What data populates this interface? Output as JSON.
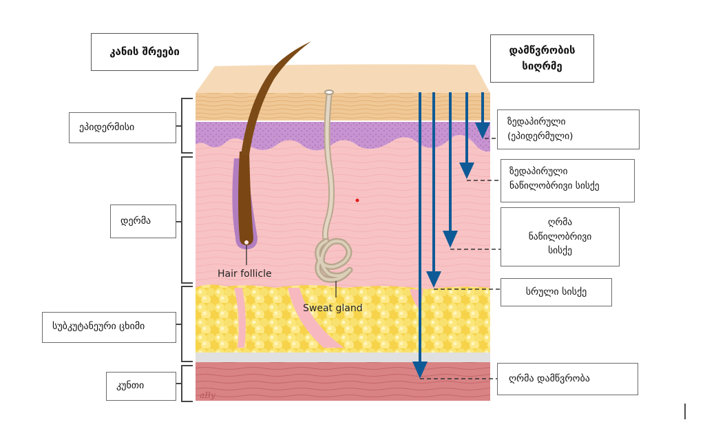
{
  "left_header": {
    "label": "კანის შრეები"
  },
  "right_header": {
    "line1": "დამწვრობის",
    "line2": "სიღრმე"
  },
  "layers": [
    {
      "label": "ეპიდერმისი"
    },
    {
      "label": "დერმა"
    },
    {
      "label": "სუბკუტანეური ცხიმი"
    },
    {
      "label": "კუნთი"
    }
  ],
  "depths": [
    {
      "line1": "ზედაპირული",
      "line2": "(ეპიდერმული)"
    },
    {
      "line1": "ზედაპირული",
      "line2": "ნაწილობრივი სისქე"
    },
    {
      "line1": "ღრმა",
      "line2": "ნაწილობრივი",
      "line3": "სისქე"
    },
    {
      "line1": "სრული სისქე"
    },
    {
      "line1": "ღრმა დამწვრობა"
    }
  ],
  "illustration_labels": {
    "hair_follicle": "Hair follicle",
    "sweat_gland": "Sweat gland",
    "signature": "aBy"
  },
  "colors": {
    "arrow": "#0e5a96",
    "skin_top": "#f6d9b5",
    "stratum": "#efc28f",
    "epidermis": "#c58fcf",
    "dermis": "#f7c2c4",
    "fat": "#f8e067",
    "fascia": "#dedede",
    "muscle": "#d0787a",
    "hair": "#6b3f12",
    "gland": "#c9b8a2",
    "dot": "#e21b1b"
  }
}
